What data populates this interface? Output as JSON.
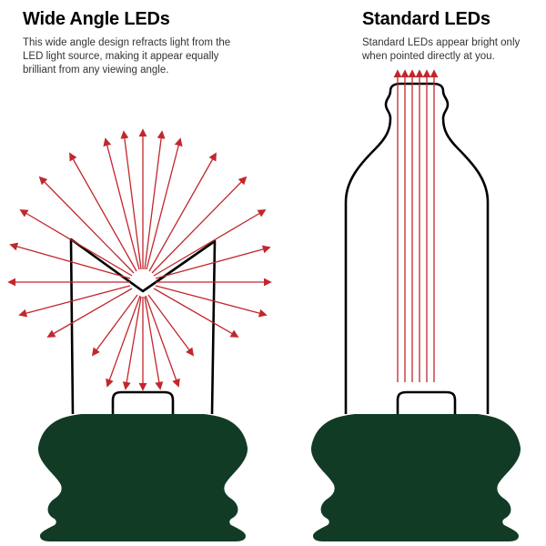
{
  "left_panel": {
    "title": "Wide Angle LEDs",
    "description": "This wide angle design refracts light from the LED light source, making it appear equally brilliant from any viewing angle."
  },
  "right_panel": {
    "title": "Standard LEDs",
    "description": "Standard LEDs appear bright only when pointed directly at you."
  },
  "colors": {
    "background": "#ffffff",
    "title_text": "#000000",
    "body_text": "#333333",
    "outline": "#000000",
    "base_green": "#113b25",
    "arrow_red": "#c1272d"
  }
}
